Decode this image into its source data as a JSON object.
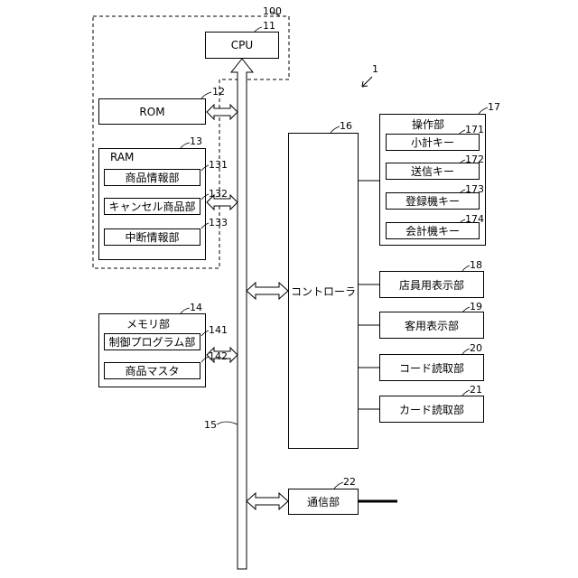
{
  "refs": {
    "r1": "1",
    "r100": "100",
    "r11": "11",
    "r12": "12",
    "r13": "13",
    "r131": "131",
    "r132": "132",
    "r133": "133",
    "r14": "14",
    "r141": "141",
    "r142": "142",
    "r15": "15",
    "r16": "16",
    "r17": "17",
    "r171": "171",
    "r172": "172",
    "r173": "173",
    "r174": "174",
    "r18": "18",
    "r19": "19",
    "r20": "20",
    "r21": "21",
    "r22": "22"
  },
  "labels": {
    "cpu": "CPU",
    "rom": "ROM",
    "ram": "RAM",
    "ram_product_info": "商品情報部",
    "ram_cancel_product": "キャンセル商品部",
    "ram_suspend_info": "中断情報部",
    "memory": "メモリ部",
    "memory_control_program": "制御プログラム部",
    "memory_product_master": "商品マスタ",
    "controller": "コントローラ",
    "operation": "操作部",
    "op_subtotal_key": "小計キー",
    "op_send_key": "送信キー",
    "op_register_key": "登録機キー",
    "op_checkout_key": "会計機キー",
    "clerk_display": "店員用表示部",
    "customer_display": "客用表示部",
    "code_reader": "コード読取部",
    "card_reader": "カード読取部",
    "communication": "通信部"
  }
}
